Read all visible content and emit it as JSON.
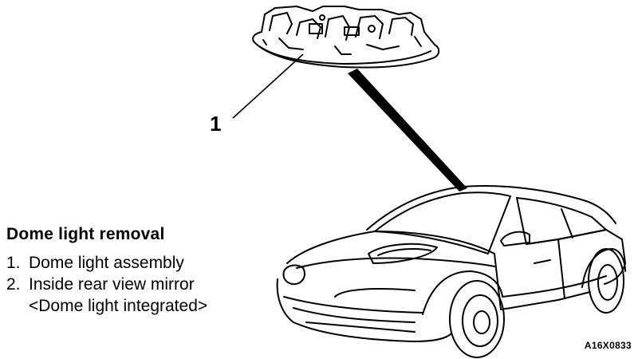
{
  "figure": {
    "title": "Dome light removal",
    "items": [
      {
        "number": "1.",
        "label": "Dome light assembly",
        "sublabel": ""
      },
      {
        "number": "2.",
        "label": "Inside rear view mirror",
        "sublabel": "<Dome light integrated>"
      }
    ],
    "callout_number": "1",
    "figure_id": "A16X0833"
  },
  "colors": {
    "line": "#000000",
    "background": "#ffffff"
  }
}
